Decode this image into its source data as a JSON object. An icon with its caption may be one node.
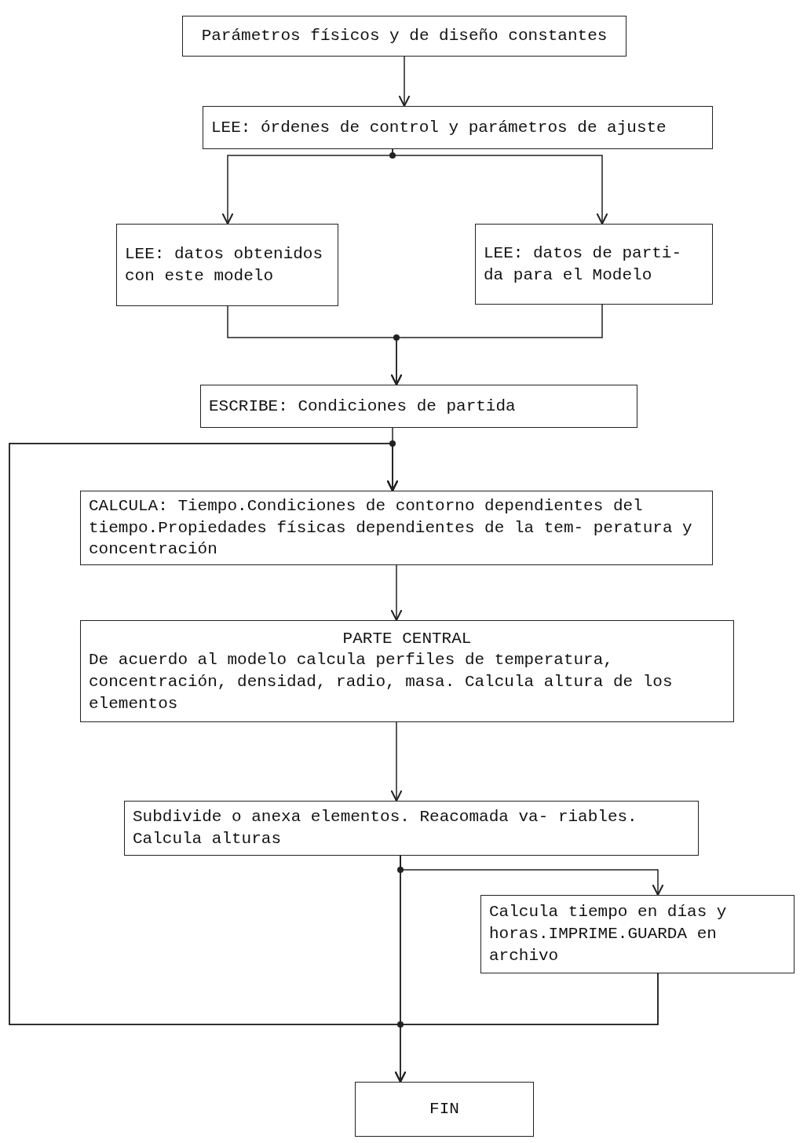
{
  "diagram": {
    "nodes": [
      {
        "text": [
          "Parámetros físicos y de diseño constantes"
        ]
      },
      {
        "text": [
          "LEE: órdenes de control y parámetros de ajuste"
        ]
      },
      {
        "text": [
          "LEE: datos obtenidos con este modelo"
        ]
      },
      {
        "text": [
          "LEE: datos de parti- da para el Modelo"
        ]
      },
      {
        "text": [
          "ESCRIBE: Condiciones de partida"
        ]
      },
      {
        "text": [
          "CALCULA: Tiempo.Condiciones de contorno dependientes del tiempo.Propiedades físicas dependientes de la tem- peratura y concentración"
        ]
      },
      {
        "text": [
          "PARTE CENTRAL",
          "De acuerdo al modelo calcula perfiles de temperatura, concentración, densidad, radio, masa. Calcula altura de los elementos"
        ]
      },
      {
        "text": [
          "Subdivide o anexa elementos. Reacomada va- riables. Calcula alturas"
        ]
      },
      {
        "text": [
          "Calcula tiempo en días y horas.IMPRIME.GUARDA en archivo"
        ]
      },
      {
        "text": [
          "FIN"
        ]
      }
    ],
    "edges": [
      {
        "from": 0,
        "to": 1,
        "arrow": "to"
      },
      {
        "from": 1,
        "to": 2,
        "arrow": "to"
      },
      {
        "from": 1,
        "to": 3,
        "arrow": "to"
      },
      {
        "from": 2,
        "to": 4,
        "arrow": "to"
      },
      {
        "from": 3,
        "to": 4,
        "arrow": "to"
      },
      {
        "from": 4,
        "to": 5,
        "arrow": "to"
      },
      {
        "from": 5,
        "to": 6,
        "arrow": "to"
      },
      {
        "from": 6,
        "to": 7,
        "arrow": "to"
      },
      {
        "from": 7,
        "to": 8,
        "arrow": "to"
      },
      {
        "from": 7,
        "to": 9,
        "arrow": "to"
      },
      {
        "from": 8,
        "to": 9,
        "arrow": "to"
      },
      {
        "from": 7,
        "to": 5,
        "arrow": "to"
      },
      {
        "from": 8,
        "to": 5,
        "arrow": "to"
      }
    ]
  }
}
